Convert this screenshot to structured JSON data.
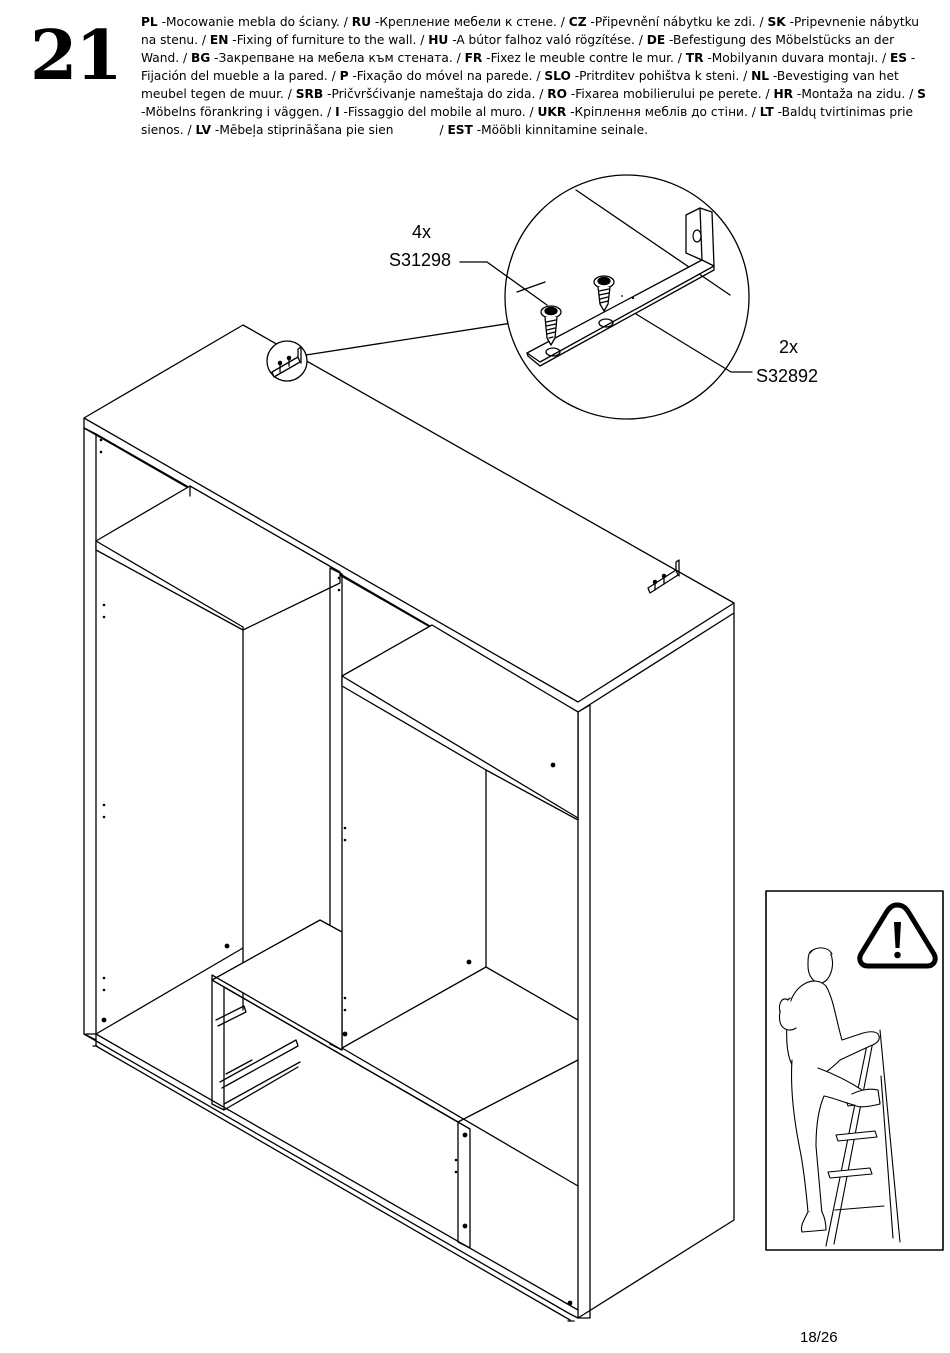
{
  "step": {
    "number": "21"
  },
  "instructions": [
    {
      "code": "PL",
      "sep": " -",
      "text": "Mocowanie mebla do ściany. /"
    },
    {
      "code": "RU",
      "sep": " -",
      "text": "Крепление мебели к стене. /"
    },
    {
      "code": "CZ",
      "sep": " -",
      "text": "Připevnění nábytku ke zdi. /"
    },
    {
      "code": "SK",
      "sep": " -",
      "text": "Pripevnenie nábytku na stenu. /"
    },
    {
      "code": "EN",
      "sep": " -",
      "text": "Fixing of furniture to the wall. /"
    },
    {
      "code": "HU",
      "sep": " -",
      "text": "A bútor falhoz való rögzítése. /"
    },
    {
      "code": "DE",
      "sep": " -",
      "text": "Befestigung des Möbelstücks an der Wand. /"
    },
    {
      "code": "BG",
      "sep": " -",
      "text": "Закрепване на мебела към стената. /"
    },
    {
      "code": "FR",
      "sep": " -",
      "text": "Fixez le meuble contre le mur. /"
    },
    {
      "code": "TR",
      "sep": " -",
      "text": "Mobilyanın duvara montajı. /"
    },
    {
      "code": "ES",
      "sep": " -",
      "text": "Fijación del mueble a la pared. /"
    },
    {
      "code": "P",
      "sep": " -",
      "text": "Fixação do móvel na parede. /"
    },
    {
      "code": "SLO",
      "sep": " -",
      "text": "Pritrditev pohištva k steni. /"
    },
    {
      "code": "NL",
      "sep": " -",
      "text": "Bevestiging van het meubel tegen de muur. /"
    },
    {
      "code": "SRB",
      "sep": " -",
      "text": "Pričvršćivanje nameštaja do zida. /"
    },
    {
      "code": "RO",
      "sep": " -",
      "text": "Fixarea mobilierului pe perete. /"
    },
    {
      "code": "HR",
      "sep": " -",
      "text": "Montaža na zidu. /"
    },
    {
      "code": "S",
      "sep": " -",
      "text": "Möbelns förankring i väggen. /"
    },
    {
      "code": "I",
      "sep": " -",
      "text": "Fissaggio del mobile al muro. /"
    },
    {
      "code": "UKR",
      "sep": " -",
      "text": "Кріплення меблів до стіни. /"
    },
    {
      "code": "LT",
      "sep": " -",
      "text": "Baldų tvirtinimas prie sienos. /"
    },
    {
      "code": "LV",
      "sep": " -",
      "text": "Mēbeļa stiprināšana pie sien"
    },
    {
      "code": "EST",
      "sep": " -",
      "text": "Mööbli kinnitamine seinale."
    }
  ],
  "parts": {
    "screw": {
      "quantity": "4x",
      "code": "S31298"
    },
    "bracket": {
      "quantity": "2x",
      "code": "S32892"
    }
  },
  "warning": {
    "icon": "warning-triangle-icon",
    "illustration": "person-on-stepladder"
  },
  "page": {
    "number": "18/26"
  }
}
